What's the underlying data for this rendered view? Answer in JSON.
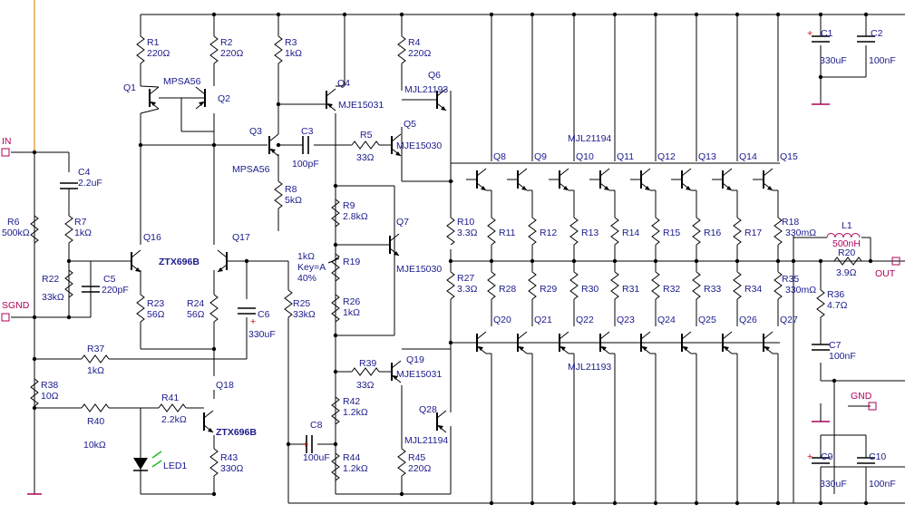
{
  "components": {
    "R1": {
      "ref": "R1",
      "value": "220Ω"
    },
    "R2": {
      "ref": "R2",
      "value": "220Ω"
    },
    "R3": {
      "ref": "R3",
      "value": "1kΩ"
    },
    "R4": {
      "ref": "R4",
      "value": "220Ω"
    },
    "R5": {
      "ref": "R5",
      "value": "33Ω"
    },
    "R6": {
      "ref": "R6",
      "value": "500kΩ"
    },
    "R7": {
      "ref": "R7",
      "value": "1kΩ"
    },
    "R8": {
      "ref": "R8",
      "value": "5kΩ"
    },
    "R9": {
      "ref": "R9",
      "value": "2.8kΩ"
    },
    "R10": {
      "ref": "R10",
      "value": "3.3Ω"
    },
    "R18": {
      "ref": "R18",
      "value": "330mΩ"
    },
    "R19": {
      "ref": "R19",
      "value": "1kΩ",
      "key": "Key=A",
      "pct": "40%"
    },
    "R20": {
      "ref": "R20",
      "value": "3.9Ω"
    },
    "R22": {
      "ref": "R22",
      "value": "33kΩ"
    },
    "R23": {
      "ref": "R23",
      "value": "56Ω"
    },
    "R24": {
      "ref": "R24",
      "value": "56Ω"
    },
    "R25": {
      "ref": "R25",
      "value": "33kΩ"
    },
    "R26": {
      "ref": "R26",
      "value": "1kΩ"
    },
    "R27": {
      "ref": "R27",
      "value": "3.3Ω"
    },
    "R35": {
      "ref": "R35",
      "value": "330mΩ"
    },
    "R36": {
      "ref": "R36",
      "value": "4.7Ω"
    },
    "R37": {
      "ref": "R37",
      "value": "1kΩ"
    },
    "R38": {
      "ref": "R38",
      "value": "10Ω"
    },
    "R39": {
      "ref": "R39",
      "value": "33Ω"
    },
    "R40": {
      "ref": "R40",
      "value": "10kΩ"
    },
    "R41": {
      "ref": "R41",
      "value": "2.2kΩ"
    },
    "R42": {
      "ref": "R42",
      "value": "1.2kΩ"
    },
    "R43": {
      "ref": "R43",
      "value": "330Ω"
    },
    "R44": {
      "ref": "R44",
      "value": "1.2kΩ"
    },
    "R45": {
      "ref": "R45",
      "value": "220Ω"
    },
    "C1": {
      "ref": "C1",
      "value": "330uF"
    },
    "C2": {
      "ref": "C2",
      "value": "100nF"
    },
    "C3": {
      "ref": "C3",
      "value": "100pF"
    },
    "C4": {
      "ref": "C4",
      "value": "2.2uF"
    },
    "C5": {
      "ref": "C5",
      "value": "220pF"
    },
    "C6": {
      "ref": "C6",
      "value": "330uF"
    },
    "C7": {
      "ref": "C7",
      "value": "100nF"
    },
    "C8": {
      "ref": "C8",
      "value": "100uF"
    },
    "C9": {
      "ref": "C9",
      "value": "330uF"
    },
    "C10": {
      "ref": "C10",
      "value": "100nF"
    },
    "L1": {
      "ref": "L1",
      "value": "500nH"
    },
    "Q1": "Q1",
    "Q2": "Q2",
    "Q3": "Q3",
    "Q4": "Q4",
    "Q5": "Q5",
    "Q6": "Q6",
    "Q7": "Q7",
    "Q16": "Q16",
    "Q17": "Q17",
    "Q18": "Q18",
    "Q19": "Q19",
    "Q28": "Q28",
    "MPSA56_1": "MPSA56",
    "MPSA56_2": "MPSA56",
    "MJE15031_1": "MJE15031",
    "MJE15031_2": "MJE15031",
    "MJE15030_1": "MJE15030",
    "MJE15030_2": "MJE15030",
    "MJL21193_1": "MJL21193",
    "MJL21193_2": "MJL21193",
    "MJL21194_1": "MJL21194",
    "MJL21194_2": "MJL21194",
    "ZTX696B_1": "ZTX696B",
    "ZTX696B_2": "ZTX696B",
    "LED1": "LED1"
  },
  "output_stage": {
    "upper_q": [
      "Q8",
      "Q9",
      "Q10",
      "Q11",
      "Q12",
      "Q13",
      "Q14",
      "Q15"
    ],
    "upper_r": [
      "R11",
      "R12",
      "R13",
      "R14",
      "R15",
      "R16",
      "R17",
      "R18"
    ],
    "lower_r": [
      "R28",
      "R29",
      "R30",
      "R31",
      "R32",
      "R33",
      "R34",
      "R35"
    ],
    "lower_q": [
      "Q20",
      "Q21",
      "Q22",
      "Q23",
      "Q24",
      "Q25",
      "Q26",
      "Q27"
    ]
  },
  "pins": {
    "in": "IN",
    "sgnd": "SGND",
    "out": "OUT",
    "gnd": "GND"
  },
  "colors": {
    "wire": "#000000",
    "text": "#1a1a8c",
    "pin": "#b0005a",
    "polarity": "#cc0000",
    "input_rail": "#e09020",
    "led_arrow": "#22bb22"
  }
}
